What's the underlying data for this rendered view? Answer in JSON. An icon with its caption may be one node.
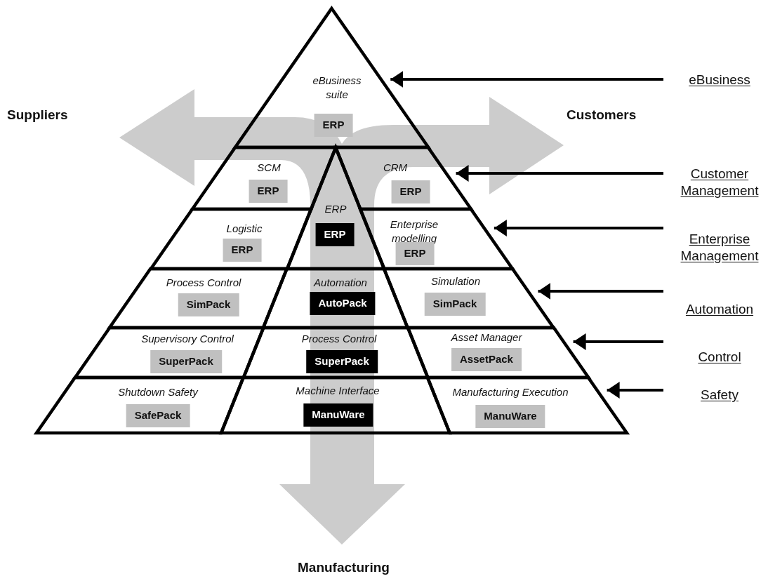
{
  "diagram": {
    "nodes": [
      {
        "text": [
          "eBusiness suite",
          "ERP"
        ]
      },
      {
        "text": [
          "SCM",
          "ERP"
        ]
      },
      {
        "text": [
          "CRM",
          "ERP"
        ]
      },
      {
        "text": [
          "ERP",
          "ERP"
        ]
      },
      {
        "text": [
          "Logistic",
          "ERP"
        ]
      },
      {
        "text": [
          "Enterprise modelling",
          "ERP"
        ]
      },
      {
        "text": [
          "Process Control",
          "SimPack"
        ]
      },
      {
        "text": [
          "Automation",
          "AutoPack"
        ]
      },
      {
        "text": [
          "Simulation",
          "SimPack"
        ]
      },
      {
        "text": [
          "Supervisory Control",
          "SuperPack"
        ]
      },
      {
        "text": [
          "Process Control",
          "SuperPack"
        ]
      },
      {
        "text": [
          "Asset Manager",
          "AssetPack"
        ]
      },
      {
        "text": [
          "Shutdown Safety",
          "SafePack"
        ]
      },
      {
        "text": [
          "Machine Interface",
          "ManuWare"
        ]
      },
      {
        "text": [
          "Manufacturing Execution",
          "ManuWare"
        ]
      },
      {
        "text": [
          "eBusiness"
        ]
      },
      {
        "text": [
          "Customer Management"
        ]
      },
      {
        "text": [
          "Enterprise Management"
        ]
      },
      {
        "text": [
          "Automation"
        ]
      },
      {
        "text": [
          "Control"
        ]
      },
      {
        "text": [
          "Safety"
        ]
      }
    ],
    "edges": [
      {
        "from": 15,
        "to": 0,
        "arrow": "to"
      },
      {
        "from": 16,
        "to": 2,
        "arrow": "to"
      },
      {
        "from": 17,
        "to": 5,
        "arrow": "to"
      },
      {
        "from": 18,
        "to": 8,
        "arrow": "to"
      },
      {
        "from": 19,
        "to": 11,
        "arrow": "to"
      },
      {
        "from": 20,
        "to": 14,
        "arrow": "to"
      }
    ],
    "labels": [
      "Suppliers",
      "Customers",
      "Manufacturing"
    ]
  }
}
